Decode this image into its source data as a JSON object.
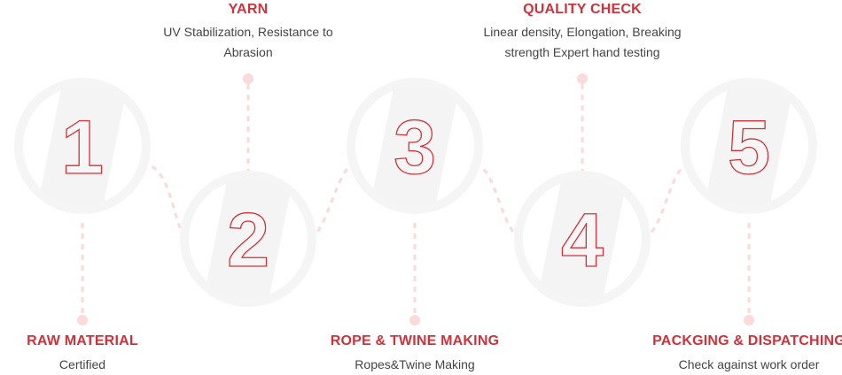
{
  "steps": [
    {
      "number": "1",
      "title": "RAW MATERIAL",
      "description": "Certified"
    },
    {
      "number": "2",
      "title": "YARN",
      "description": "UV Stabilization, Resistance to Abrasion"
    },
    {
      "number": "3",
      "title": "ROPE & TWINE MAKING",
      "description": "Ropes&Twine Making"
    },
    {
      "number": "4",
      "title": "QUALITY CHECK",
      "description": "Linear density, Elongation, Breaking strength Expert hand testing"
    },
    {
      "number": "5",
      "title": "PACKGING & DISPATCHING",
      "description": "Check against work order"
    }
  ],
  "colors": {
    "accent": "#d0323c",
    "connector": "#fadada",
    "circle": "#f4f4f4"
  }
}
